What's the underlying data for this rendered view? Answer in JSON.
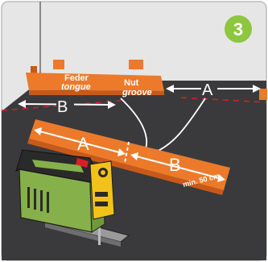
{
  "step": {
    "number": "3",
    "badge_color": "#8dc63f"
  },
  "labels": {
    "feder": "Feder",
    "tongue": "tongue",
    "nut": "Nut",
    "groove": "groove",
    "dim_a": "A",
    "dim_b": "B",
    "min_length": "min. 50 cm"
  },
  "colors": {
    "board": "#ec7a2a",
    "board_dark": "#c8591a",
    "floor": "#3a3a3c",
    "wall": "#e6e6e6",
    "guide_line": "#d81f26",
    "saw_body": "#86b04a",
    "saw_dark": "#2a2a2a",
    "saw_accent": "#f2c21b"
  }
}
